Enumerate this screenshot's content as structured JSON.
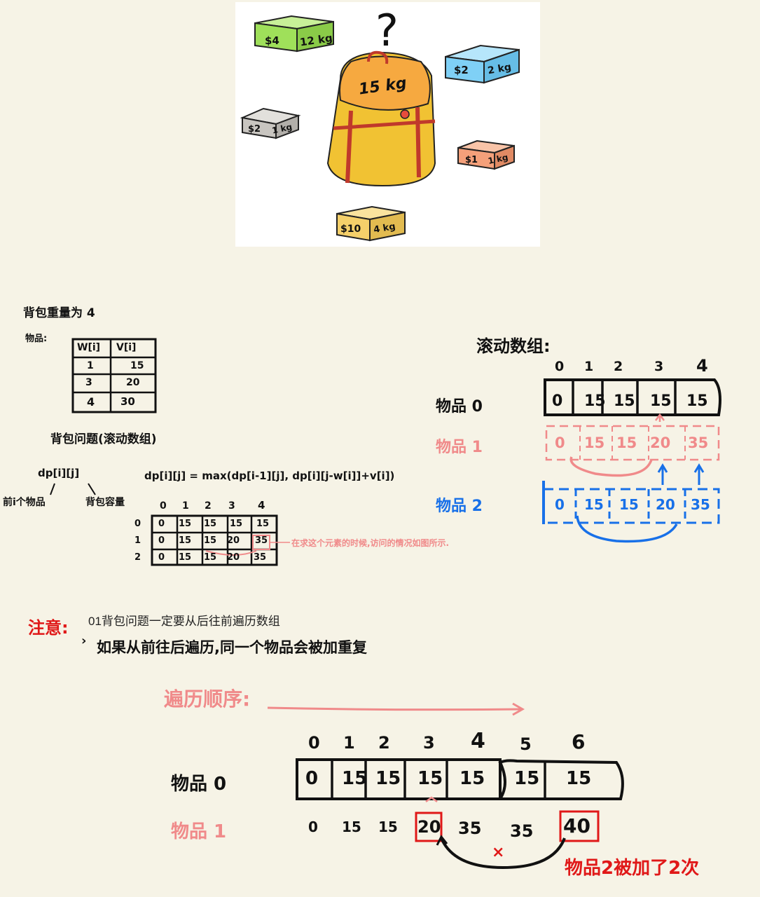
{
  "illustration": {
    "question_mark": "?",
    "backpack_label": "15 kg",
    "boxes": [
      {
        "price": "$4",
        "weight": "12 kg",
        "color": "#9fe05a"
      },
      {
        "price": "$2",
        "weight": "2 kg",
        "color": "#7fd0f6"
      },
      {
        "price": "$2",
        "weight": "1 kg",
        "color": "#c8c5c0"
      },
      {
        "price": "$1",
        "weight": "1 kg",
        "color": "#f4a07a"
      },
      {
        "price": "$10",
        "weight": "4 kg",
        "color": "#f5d06a"
      }
    ]
  },
  "left_notes": {
    "capacity": "背包重量为 4",
    "items_label": "物品:",
    "items_table": {
      "headers": [
        "W[i]",
        "V[i]"
      ],
      "rows": [
        [
          "1",
          "15"
        ],
        [
          "3",
          "20"
        ],
        [
          "4",
          "30"
        ]
      ]
    },
    "subtitle": "背包问题(滚动数组)",
    "dp_notation": "dp[i][j]",
    "formula": "dp[i][j] = max(dp[i-1][j], dp[i][j-w[i]]+v[i])",
    "row_meaning": "前i个物品",
    "col_meaning": "背包容量",
    "dp_table": {
      "col_headers": [
        "0",
        "1",
        "2",
        "3",
        "4"
      ],
      "row_headers": [
        "0",
        "1",
        "2"
      ],
      "rows": [
        [
          "0",
          "15",
          "15",
          "15",
          "15"
        ],
        [
          "0",
          "15",
          "15",
          "20",
          "35"
        ],
        [
          "0",
          "15",
          "15",
          "20",
          "35"
        ]
      ]
    },
    "annotation": "在求这个元素的时候,访问的情况如图所示."
  },
  "rolling_array": {
    "title": "滚动数组:",
    "indices": [
      "0",
      "1",
      "2",
      "3",
      "4"
    ],
    "row0": {
      "label": "物品 0",
      "values": [
        "0",
        "15",
        "15",
        "15",
        "15"
      ]
    },
    "row1": {
      "label": "物品 1",
      "values": [
        "0",
        "15",
        "15",
        "20",
        "35"
      ]
    },
    "row2": {
      "label": "物品 2",
      "values": [
        "0",
        "15",
        "15",
        "20",
        "35"
      ]
    }
  },
  "note": {
    "label": "注意:",
    "printed_text": "01背包问题一定要从后往前遍历数组",
    "handwritten": "如果从前往后遍历,同一个物品会被加重复"
  },
  "traversal": {
    "label": "遍历顺序:",
    "indices": [
      "0",
      "1",
      "2",
      "3",
      "4",
      "5",
      "6"
    ],
    "row0": {
      "label": "物品 0",
      "values": [
        "0",
        "15",
        "15",
        "15",
        "15",
        "15",
        "15"
      ]
    },
    "row1": {
      "label": "物品 1",
      "values": [
        "0",
        "15",
        "15",
        "20",
        "35",
        "35",
        "40"
      ]
    },
    "cross_mark": "×",
    "conclusion": "物品2被加了2次"
  },
  "colors": {
    "background": "#f6f3e6",
    "pink": "#f08a8a",
    "red": "#e01818",
    "blue": "#1870e8"
  }
}
